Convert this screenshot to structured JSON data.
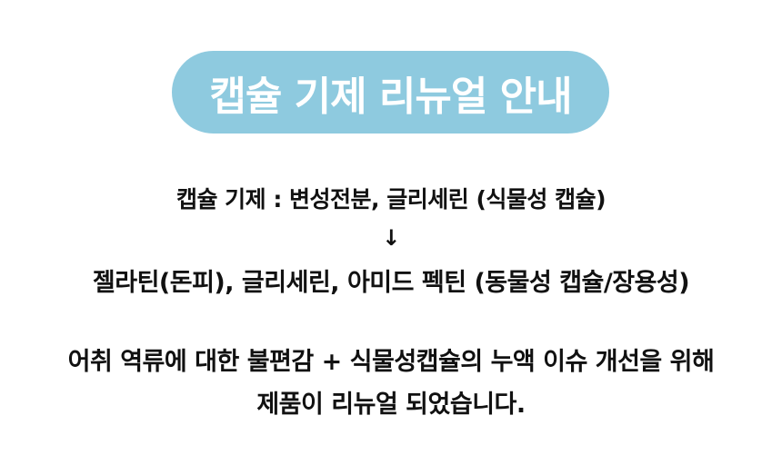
{
  "banner": {
    "title": "캡슐 기제 리뉴얼 안내",
    "bg_color": "#8ecadf",
    "text_color": "#ffffff"
  },
  "notice": {
    "before_line": "캡슐 기제 : 변성전분, 글리세린 (식물성 캡슐)",
    "arrow": "↓",
    "after_line": "젤라틴(돈피), 글리세린, 아미드 펙틴 (동물성 캡슐/장용성)",
    "reason_line1": "어취 역류에 대한 불편감 + 식물성캡슐의 누액 이슈 개선을 위해",
    "reason_line2": "제품이 리뉴얼 되었습니다."
  }
}
